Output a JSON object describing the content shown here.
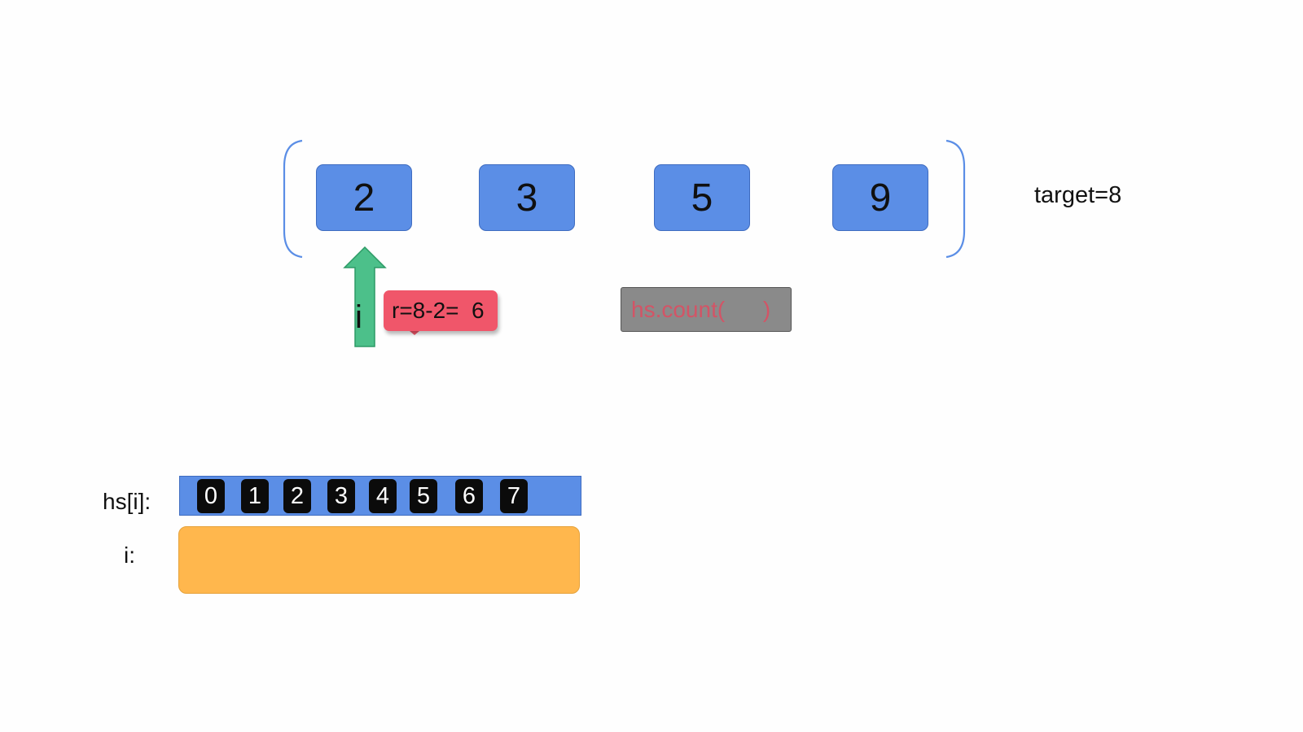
{
  "array": {
    "values": [
      "2",
      "3",
      "5",
      "9"
    ]
  },
  "target_label": "target=8",
  "pointer": {
    "label": "i"
  },
  "calc_callout": {
    "text": "r=8-2=  6"
  },
  "hs_call": {
    "text": "hs.count(      )"
  },
  "hash_set": {
    "label": "hs[i]:",
    "slots": [
      "0",
      "1",
      "2",
      "3",
      "4",
      "5",
      "6",
      "7"
    ]
  },
  "i_row": {
    "label": "i:"
  },
  "colors": {
    "cell_fill": "#5b8ee6",
    "arrow_fill": "#4cc08a",
    "callout_fill": "#f0566a",
    "hs_box_fill": "#8a8a8a",
    "i_bar_fill": "#ffb74d"
  }
}
